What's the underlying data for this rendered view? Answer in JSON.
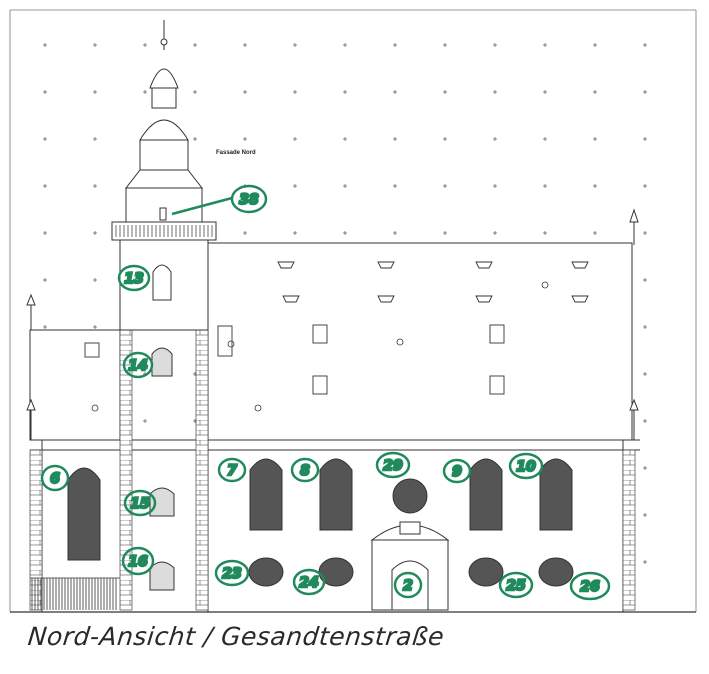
{
  "drawing": {
    "subtitle": "Fassade Nord",
    "caption": "Nord-Ansicht / Gesandtenstraße"
  },
  "markers": [
    "38",
    "13",
    "14",
    "6",
    "15",
    "16",
    "7",
    "8",
    "29",
    "9",
    "10",
    "23",
    "24",
    "2",
    "25",
    "26"
  ],
  "colors": {
    "line": "#3a3a3a",
    "marker": "#1f8a5c",
    "window_fill": "#4a4a4a",
    "background": "#ffffff"
  }
}
